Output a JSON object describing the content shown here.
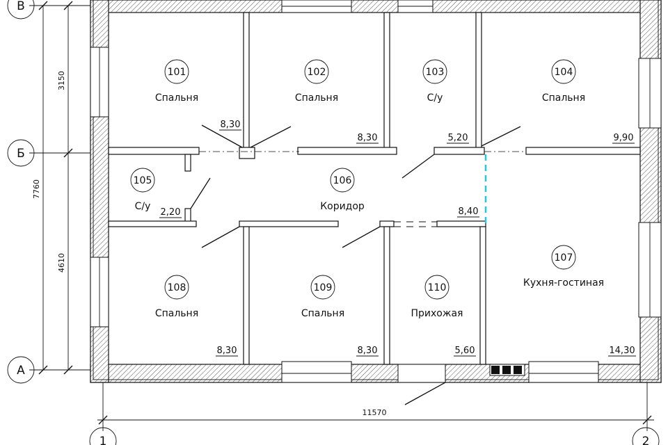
{
  "axes": {
    "v": "В",
    "b": "Б",
    "a": "А",
    "one": "1",
    "two": "2"
  },
  "dimensions": {
    "top_span": "3150",
    "bottom_span": "4610",
    "total_height": "7760",
    "total_width": "11570"
  },
  "rooms": [
    {
      "num": "101",
      "name": "Спальня",
      "area": "8,30"
    },
    {
      "num": "102",
      "name": "Спальня",
      "area": "8,30"
    },
    {
      "num": "103",
      "name": "С/у",
      "area": "5,20"
    },
    {
      "num": "104",
      "name": "Спальня",
      "area": "9,90"
    },
    {
      "num": "105",
      "name": "С/у",
      "area": "2,20"
    },
    {
      "num": "106",
      "name": "Коридор",
      "area": "8,40"
    },
    {
      "num": "107",
      "name": "Кухня-гостиная",
      "area": "14,30"
    },
    {
      "num": "108",
      "name": "Спальня",
      "area": "8,30"
    },
    {
      "num": "109",
      "name": "Спальня",
      "area": "8,30"
    },
    {
      "num": "110",
      "name": "Прихожая",
      "area": "5,60"
    }
  ],
  "colors": {
    "line": "#111111",
    "partition_dashed": "#29c4e0",
    "hatch": "#555555"
  }
}
